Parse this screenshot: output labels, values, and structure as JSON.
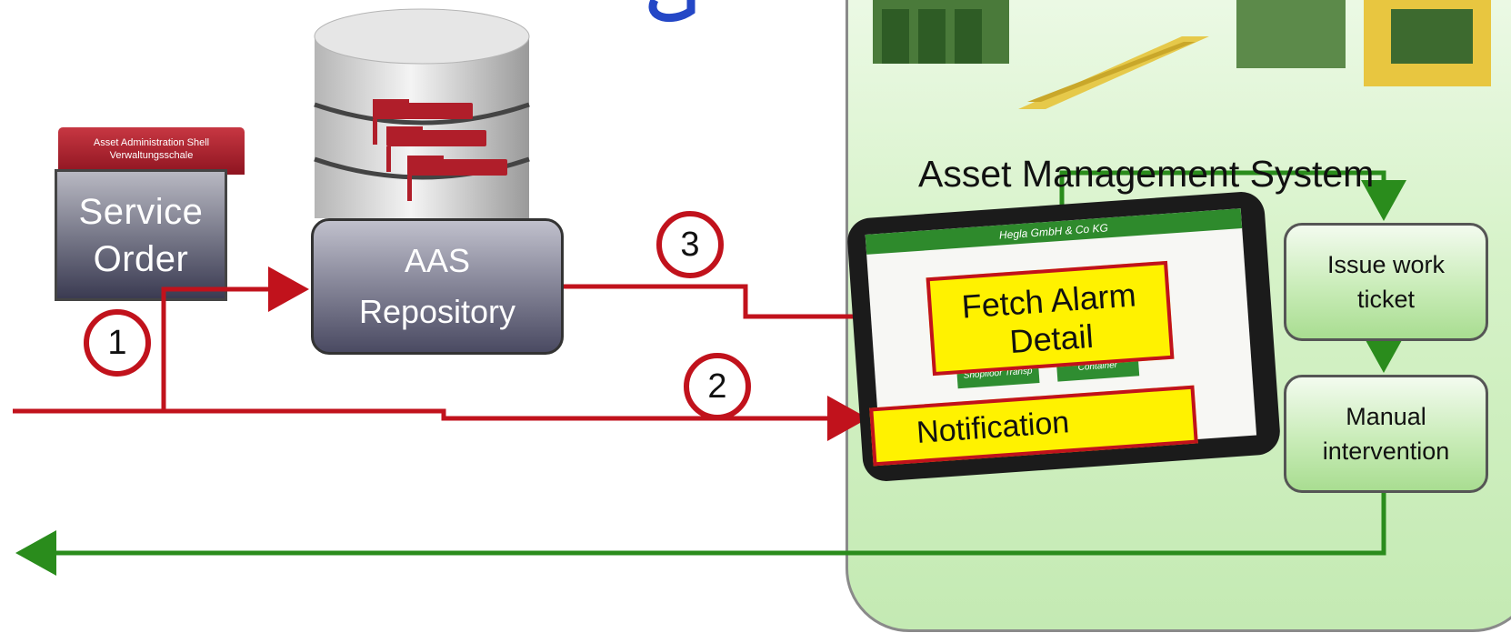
{
  "ams": {
    "title": "Asset Management System"
  },
  "aas_tag": {
    "line1": "Asset Administration Shell",
    "line2": "Verwaltungsschale"
  },
  "service_order": {
    "line1": "Service",
    "line2": "Order"
  },
  "aas_repository": {
    "line1": "AAS",
    "line2": "Repository"
  },
  "badges": [
    "1",
    "2",
    "3"
  ],
  "tablet": {
    "header": "Hegla GmbH & Co KG",
    "tile1": "Shopfloor Transp",
    "tile2": "Container"
  },
  "callouts": {
    "fetch_line1": "Fetch Alarm",
    "fetch_line2": "Detail",
    "notification": "Notification"
  },
  "process": {
    "issue_line1": "Issue work",
    "issue_line2": "ticket",
    "manual_line1": "Manual",
    "manual_line2": "intervention"
  },
  "colors": {
    "red": "#c1121c",
    "green": "#2a8c1c",
    "yellow": "#fff200",
    "title_blue": "#2447c6"
  }
}
